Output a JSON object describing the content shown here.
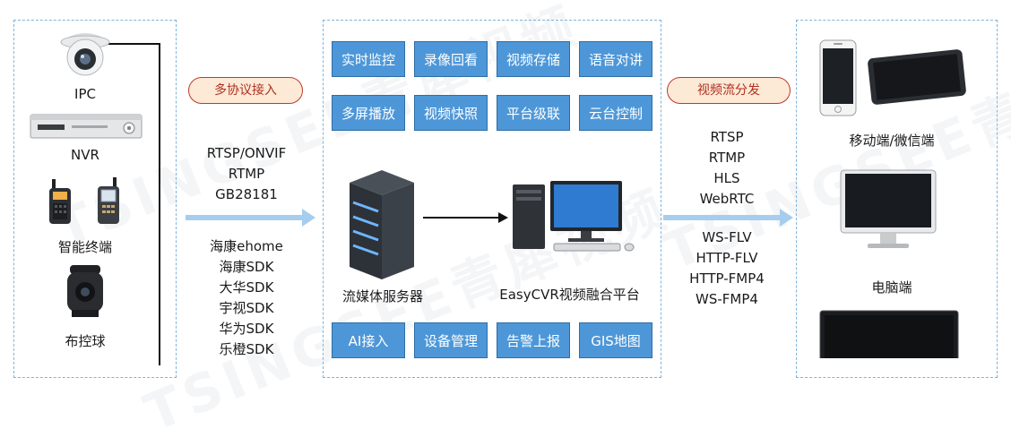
{
  "left_devices": {
    "ipc_label": "IPC",
    "nvr_label": "NVR",
    "terminal_label": "智能终端",
    "ptz_label": "布控球"
  },
  "ingest": {
    "pill_label": "多协议接入",
    "protocols": [
      "RTSP/ONVIF",
      "RTMP",
      "GB28181"
    ],
    "sdks": [
      "海康ehome",
      "海康SDK",
      "大华SDK",
      "宇视SDK",
      "华为SDK",
      "乐橙SDK"
    ]
  },
  "center": {
    "features_top": [
      [
        "实时监控",
        "录像回看",
        "视频存储",
        "语音对讲"
      ],
      [
        "多屏播放",
        "视频快照",
        "平台级联",
        "云台控制"
      ]
    ],
    "features_bottom": [
      "AI接入",
      "设备管理",
      "告警上报",
      "GIS地图"
    ],
    "server_label": "流媒体服务器",
    "platform_label": "EasyCVR视频融合平台"
  },
  "distribute": {
    "pill_label": "视频流分发",
    "protocols_a": [
      "RTSP",
      "RTMP",
      "HLS",
      "WebRTC"
    ],
    "protocols_b": [
      "WS-FLV",
      "HTTP-FLV",
      "HTTP-FMP4",
      "WS-FMP4"
    ]
  },
  "right_devices": {
    "mobile_label": "移动端/微信端",
    "pc_label": "电脑端"
  },
  "watermark_text": "TSINGSEE青犀视频",
  "colors": {
    "panel_border": "#7fb3d9",
    "feature_blue": "#4d97d8",
    "pill_fill": "#fce9d6",
    "pill_border": "#c0392b",
    "arrow_blue": "#a7cdee"
  }
}
